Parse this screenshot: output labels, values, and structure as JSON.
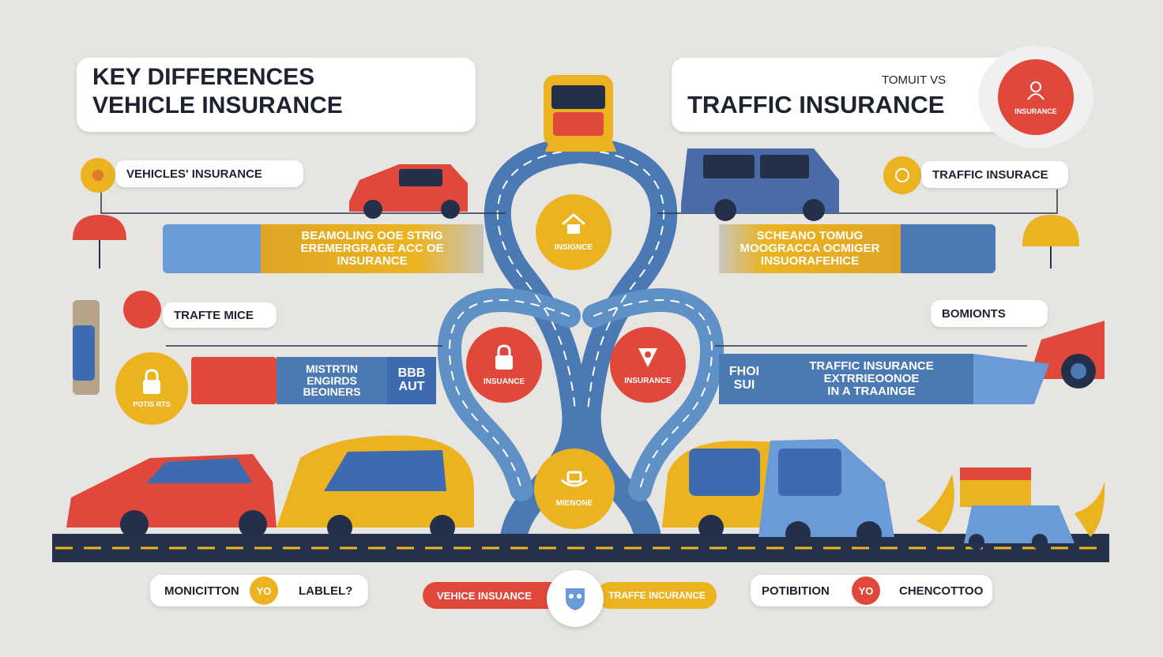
{
  "colors": {
    "red": "#e0483b",
    "yellow": "#ecb321",
    "blue": "#4a79b3",
    "navy": "#24304a",
    "background": "#e6e5e2"
  },
  "title_left": {
    "line1": "KEY DIFFERENCES",
    "line2": "VEHICLE INSURANCE"
  },
  "title_right": {
    "small": "TOMUIT VS",
    "main": "TRAFFIC INSURANCE",
    "badge": "INSURANCE"
  },
  "left": {
    "pill1": "VEHICLES' INSURANCE",
    "banner1": [
      "BEAMOLING OOE STRIG",
      "EREMERGRAGE ACC OE",
      "INSURANCE"
    ],
    "pill2": "TRAFTE MICE",
    "circle_lock": "POTIS RTS",
    "banner2": [
      "MISTRTIN",
      "ENGIRDS",
      "BEOINERS"
    ],
    "banner2_side": [
      "BBB",
      "AUT"
    ]
  },
  "right": {
    "pill1": "TRAFFIC INSURACE",
    "banner1": [
      "SCHEANO TOMUG",
      "MOOGRACCA OCMIGER",
      "INSUORAFEHICE"
    ],
    "pill2": "BOMIONTS",
    "banner2": [
      "TRAFFIC INSURANCE",
      "EXTRRIEOONOE",
      "IN A TRAAINGE"
    ],
    "banner2_side": [
      "FHOI",
      "SUI"
    ]
  },
  "center": {
    "top": "INSIGNCE",
    "left": "INSUANCE",
    "right": "INSURANCE",
    "bottom": "MIENONE"
  },
  "bottom": {
    "left": {
      "a": "MONICITTON",
      "vs": "YO",
      "b": "LABLEL?"
    },
    "center": {
      "a": "VEHICE INSUANCE",
      "b": "TRAFFE INCURANCE"
    },
    "right": {
      "a": "POTIBITION",
      "vs": "YO",
      "b": "CHENCOTTOO"
    }
  },
  "icons": [
    "lock-icon",
    "house-icon",
    "shield-icon",
    "car-icon",
    "person-icon"
  ]
}
